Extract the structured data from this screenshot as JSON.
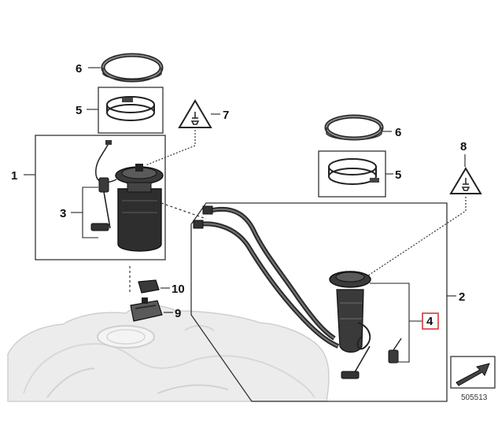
{
  "callouts": {
    "c1": "1",
    "c2": "2",
    "c3": "3",
    "c4": "4",
    "c5a": "5",
    "c5b": "5",
    "c6a": "6",
    "c6b": "6",
    "c7": "7",
    "c8": "8",
    "c9": "9",
    "c10": "10"
  },
  "reference_number": "505513",
  "colors": {
    "highlight_frame": "#d23b3b",
    "part_dark": "#2b2b2b",
    "tank_light": "#e6e6e6"
  },
  "icons": {
    "warning": "electrical-connector-warning-triangle",
    "nav": "arrow-reference-icon"
  }
}
